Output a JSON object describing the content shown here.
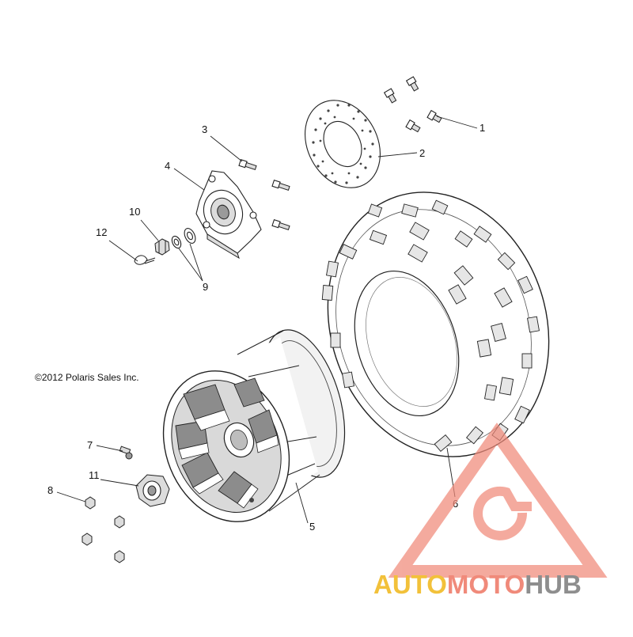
{
  "copyright": "©2012 Polaris Sales Inc.",
  "callouts": {
    "c1": "1",
    "c2": "2",
    "c3": "3",
    "c4": "4",
    "c5": "5",
    "c6": "6",
    "c7": "7",
    "c8": "8",
    "c9": "9",
    "c10": "10",
    "c11": "11",
    "c12": "12"
  },
  "watermark": {
    "part1": "AUTO",
    "part2": "MOTO",
    "part3": "HUB",
    "colors": {
      "yellow": "#f2c13a",
      "salmon": "#f08a7a",
      "gray": "#8e8e8e"
    }
  }
}
